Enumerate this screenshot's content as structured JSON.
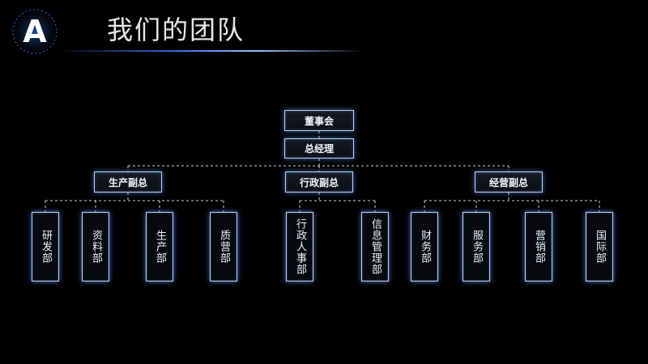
{
  "title": "我们的团队",
  "logo": {
    "letter": "A",
    "icon": "logo-a-icon"
  },
  "org": {
    "board": "董事会",
    "gm": "总经理",
    "vps": [
      {
        "label": "生产副总",
        "depts": [
          "研发部",
          "资料部",
          "生产部",
          "质营部"
        ]
      },
      {
        "label": "行政副总",
        "depts": [
          "行政人事部",
          "信息管理部"
        ]
      },
      {
        "label": "经营副总",
        "depts": [
          "财务部",
          "服务部",
          "营销部",
          "国际部"
        ]
      }
    ]
  },
  "colors": {
    "background": "#000000",
    "accent": "#3d6fe0",
    "connector": "#d0d0d0"
  }
}
